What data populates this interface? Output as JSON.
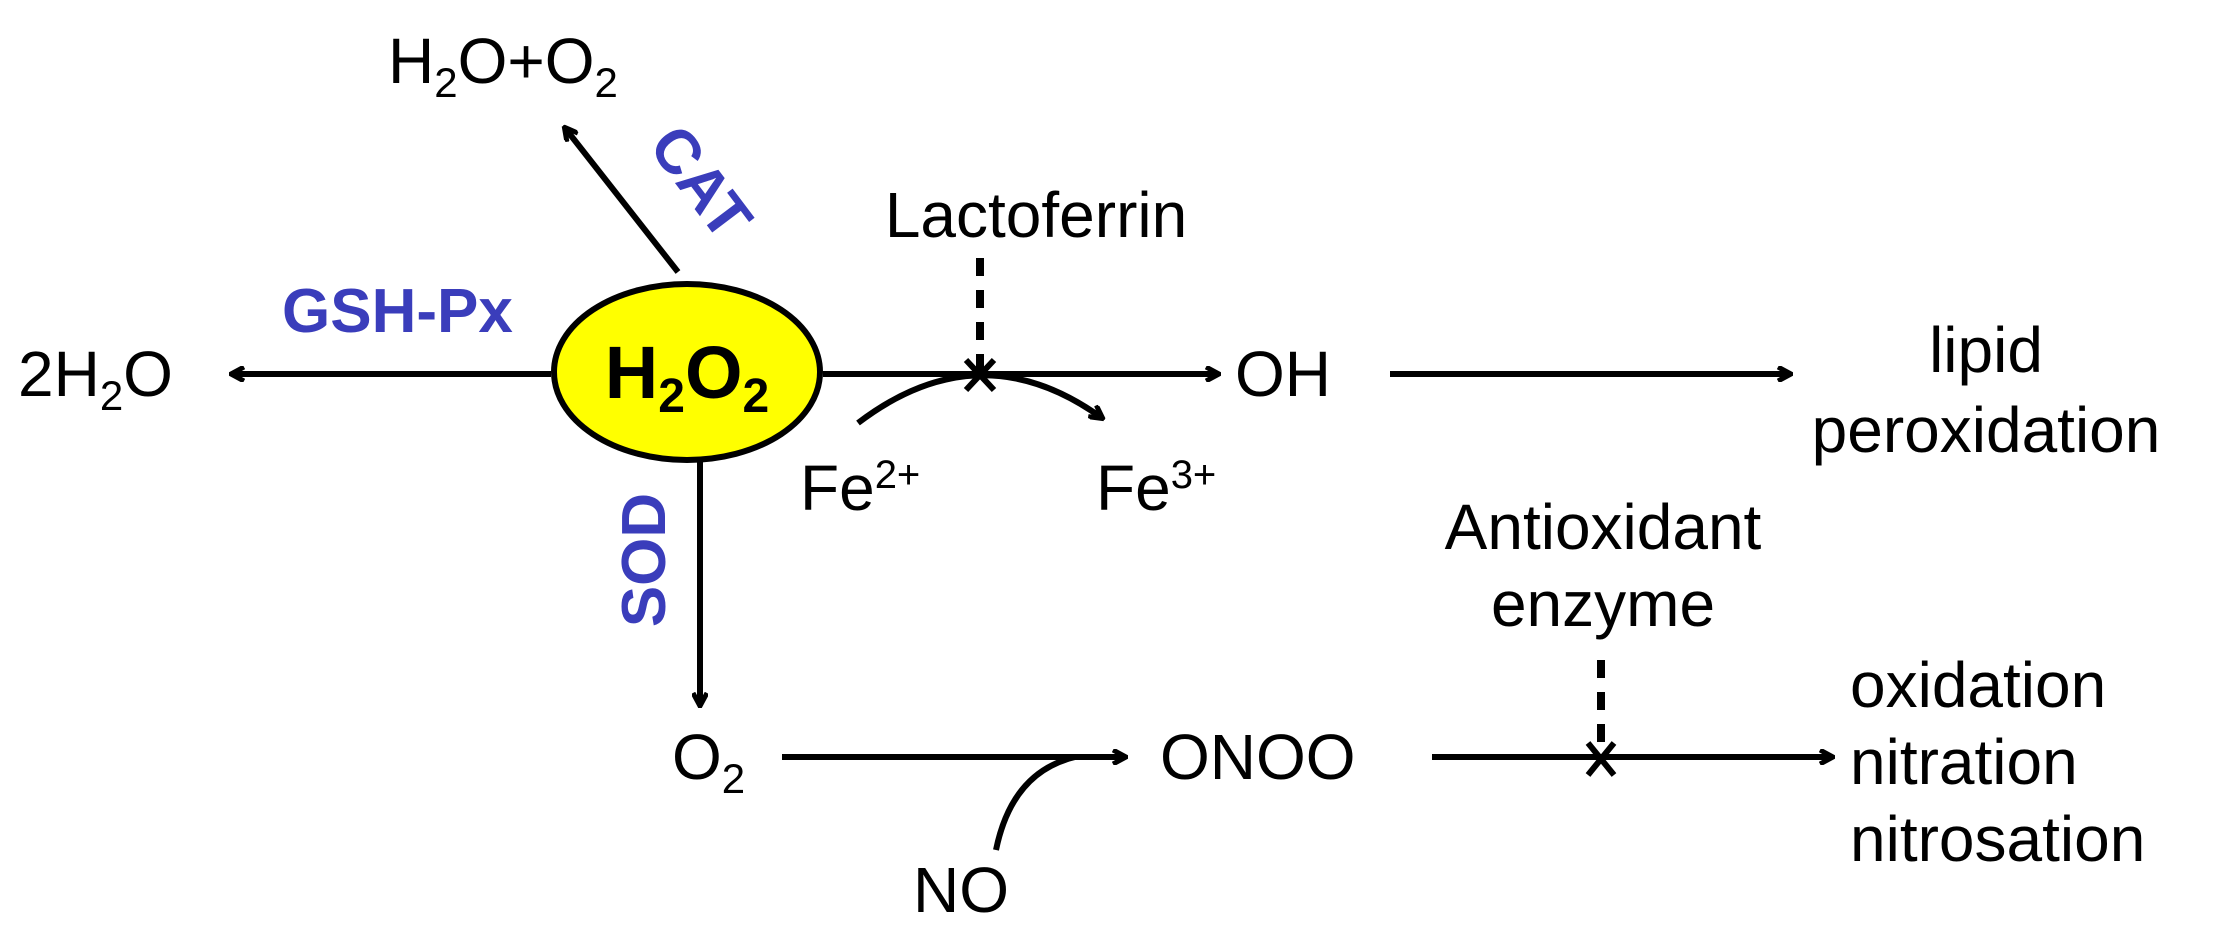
{
  "center_node": {
    "label_main": "H",
    "sub1": "2",
    "mid": "O",
    "sub2": "2",
    "fill_color": "#ffff00"
  },
  "enzymes": {
    "cat": "CAT",
    "gsh_px": "GSH-Px",
    "sod": "SOD",
    "color": "#3a3dbb"
  },
  "products": {
    "h2o_o2": {
      "a": "H",
      "b": "2",
      "c": "O+O",
      "d": "2"
    },
    "water": {
      "a": "2H",
      "b": "2",
      "c": "O"
    },
    "oh": "OH",
    "o2": {
      "a": "O",
      "b": "2"
    },
    "onoo": "ONOO",
    "no": "NO"
  },
  "ions": {
    "fe2": {
      "base": "Fe",
      "charge": "2+"
    },
    "fe3": {
      "base": "Fe",
      "charge": "3+"
    }
  },
  "inhibitors": {
    "lactoferrin": "Lactoferrin",
    "antioxidant_line1": "Antioxidant",
    "antioxidant_line2": "enzyme"
  },
  "outcomes": {
    "lipid_line1": "lipid",
    "lipid_line2": "peroxidation",
    "oxidation": "oxidation",
    "nitration": "nitration",
    "nitrosation": "nitrosation"
  }
}
